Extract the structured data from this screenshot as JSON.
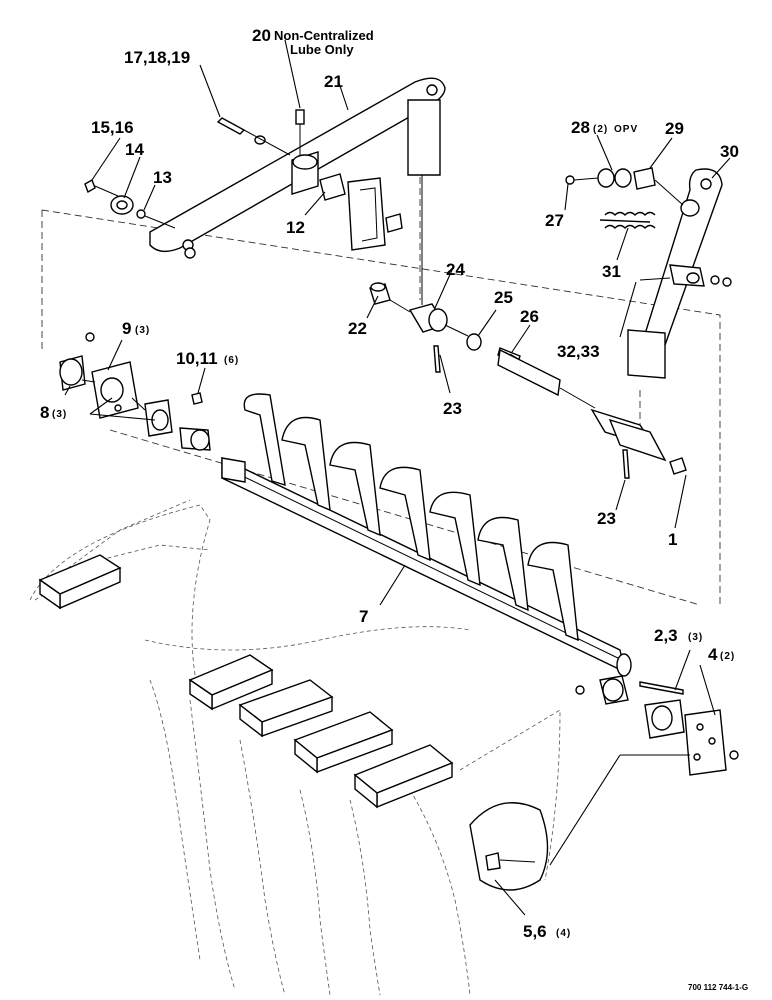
{
  "callouts": {
    "c1": "1",
    "c2_3": "2,3",
    "c2_3_qty": "(3)",
    "c4": "4",
    "c4_qty": "(2)",
    "c5_6": "5,6",
    "c5_6_qty": "(4)",
    "c7": "7",
    "c8": "8",
    "c8_qty": "(3)",
    "c9": "9",
    "c9_qty": "(3)",
    "c10_11": "10,11",
    "c10_11_qty": "(6)",
    "c12": "12",
    "c13": "13",
    "c14": "14",
    "c15_16": "15,16",
    "c17_18_19": "17,18,19",
    "c20": "20",
    "c20_note_line1": "Non-Centralized",
    "c20_note_line2": "Lube Only",
    "c21": "21",
    "c22": "22",
    "c23_upper": "23",
    "c23_lower": "23",
    "c24": "24",
    "c25": "25",
    "c26": "26",
    "c27": "27",
    "c28": "28",
    "c28_qty": "(2)",
    "c28_suffix": "OPV",
    "c29": "29",
    "c30": "30",
    "c31": "31",
    "c32_33": "32,33"
  },
  "figure_number": "700 112 744-1-G",
  "icons": [
    "stripper-rod-assembly",
    "arm-assembly",
    "spring",
    "bearing",
    "bolt",
    "nut",
    "washer"
  ]
}
